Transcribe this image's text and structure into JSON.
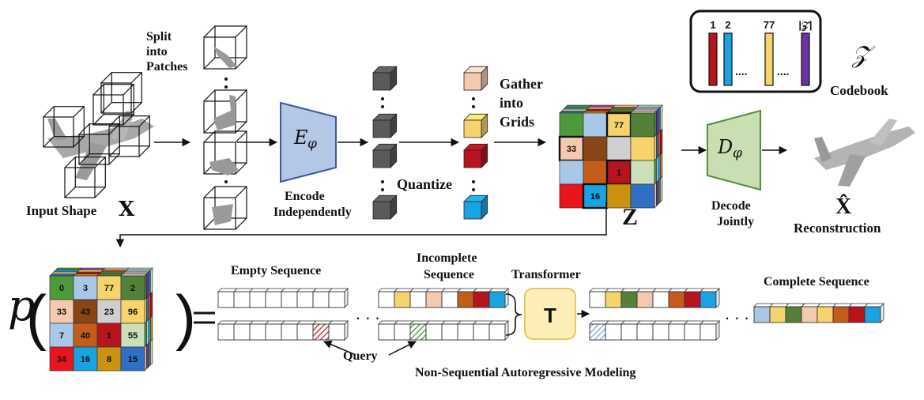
{
  "labels": {
    "input_shape": "Input Shape",
    "input_symbol": "X",
    "split_line1": "Split",
    "split_line2": "into",
    "split_line3": "Patches",
    "encoder_symbol": "E",
    "encoder_sub": "φ",
    "encode_line1": "Encode",
    "encode_line2": "Independently",
    "quantize": "Quantize",
    "gather_line1": "Gather",
    "gather_line2": "into",
    "gather_line3": "Grids",
    "grid_symbol": "Z",
    "decoder_symbol": "D",
    "decoder_sub": "φ",
    "decode_line1": "Decode",
    "decode_line2": "Jointly",
    "recon_symbol": "X̂",
    "reconstruction": "Reconstruction",
    "codebook_symbol": "𝒵",
    "codebook": "Codebook",
    "p_symbol": "p",
    "empty_sequence": "Empty Sequence",
    "incomplete_line1": "Incomplete",
    "incomplete_line2": "Sequence",
    "transformer": "Transformer",
    "transformer_symbol": "T",
    "complete_sequence": "Complete Sequence",
    "query": "Query",
    "bottom_caption": "Non-Sequential Autoregressive Modeling"
  },
  "codebook": {
    "entries": [
      "1",
      "2",
      "77",
      "|𝒵|"
    ],
    "dots": "....",
    "colors": [
      "#b8141e",
      "#1aa3e3",
      "#f7d36b",
      "#6a33a1"
    ]
  },
  "grid_z": {
    "front": [
      {
        "n": "",
        "c": "#4e9a3a"
      },
      {
        "n": "",
        "c": "#a9c8e8"
      },
      {
        "n": "77",
        "c": "#f7d36b"
      },
      {
        "n": "",
        "c": "#53813a"
      },
      {
        "n": "33",
        "c": "#f5c9b0"
      },
      {
        "n": "",
        "c": "#8a4516"
      },
      {
        "n": "",
        "c": "#cfcfcf"
      },
      {
        "n": "",
        "c": "#f7d36b"
      },
      {
        "n": "",
        "c": "#a9c8e8"
      },
      {
        "n": "",
        "c": "#c55d1a"
      },
      {
        "n": "1",
        "c": "#b8141e"
      },
      {
        "n": "",
        "c": "#c9e0b8"
      },
      {
        "n": "",
        "c": "#e8151c"
      },
      {
        "n": "16",
        "c": "#1aa3e3"
      },
      {
        "n": "",
        "c": "#c9920f"
      },
      {
        "n": "",
        "c": "#2f6fc4"
      }
    ],
    "highlighted": [
      "77",
      "33",
      "1",
      "16"
    ]
  },
  "grid_p": {
    "front": [
      {
        "n": "0",
        "c": "#4e9a3a"
      },
      {
        "n": "3",
        "c": "#a9c8e8"
      },
      {
        "n": "77",
        "c": "#f7d36b"
      },
      {
        "n": "2",
        "c": "#53813a"
      },
      {
        "n": "33",
        "c": "#f5c9b0"
      },
      {
        "n": "43",
        "c": "#8a4516"
      },
      {
        "n": "23",
        "c": "#cfcfcf"
      },
      {
        "n": "96",
        "c": "#f7d36b"
      },
      {
        "n": "7",
        "c": "#a9c8e8"
      },
      {
        "n": "40",
        "c": "#c55d1a"
      },
      {
        "n": "1",
        "c": "#b8141e"
      },
      {
        "n": "55",
        "c": "#c9e0b8"
      },
      {
        "n": "34",
        "c": "#e8151c"
      },
      {
        "n": "16",
        "c": "#1aa3e3"
      },
      {
        "n": "8",
        "c": "#c9920f"
      },
      {
        "n": "15",
        "c": "#2f6fc4"
      }
    ]
  },
  "quantized_colors": [
    "#f5c9b0",
    "#f7d36b",
    "#b8141e",
    "#1aa3e3"
  ],
  "sequences": {
    "incomplete_top": [
      "",
      "#f7d36b",
      "",
      "#f5c9b0",
      "",
      "#c55d1a",
      "#b8141e",
      "#1aa3e3"
    ],
    "transformer_out_top": [
      "",
      "#f7d36b",
      "#53813a",
      "#f5c9b0",
      "",
      "#c55d1a",
      "#b8141e",
      "#1aa3e3"
    ],
    "complete": [
      "#a9c8e8",
      "#f7d36b",
      "#53813a",
      "#f5c9b0",
      "#f7d36b",
      "#c55d1a",
      "#b8141e",
      "#1aa3e3"
    ],
    "query_color_green": "#3c8a2e",
    "query_color_red": "#b8141e",
    "query_color_blue": "#7aa0c8"
  },
  "colors": {
    "encoder_fill": "#b4c7e7",
    "encoder_stroke": "#3a5a9a",
    "decoder_fill": "#c8dfb3",
    "decoder_stroke": "#5a8a3a",
    "transformer_fill": "#fdeeb8",
    "transformer_stroke": "#e8c560",
    "token_gray": "#5a5a5a"
  }
}
